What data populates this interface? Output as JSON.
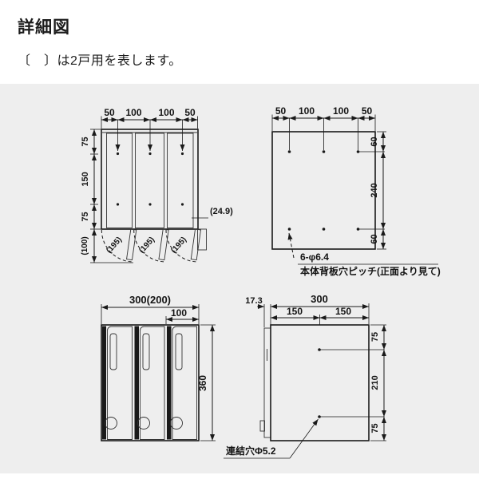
{
  "header": {
    "title": "詳細図",
    "note": "〔　〕は2戸用を表します。"
  },
  "colors": {
    "band_background": "#eeeeee",
    "panel_fill": "#e2e2e2",
    "line": "#1a1a1a"
  },
  "views": {
    "front_top": {
      "dims_top": [
        "50",
        "100",
        "100",
        "50"
      ],
      "dims_left": [
        "75",
        "150",
        "75",
        "(100)"
      ],
      "swing_label": "(195)",
      "depth_label": "(24.9)"
    },
    "back_panel": {
      "dims_top": [
        "50",
        "100",
        "100",
        "50"
      ],
      "dims_right": [
        "60",
        "240",
        "60"
      ],
      "note_line1": "6-φ6.4",
      "note_line2": "本体背板穴ピッチ(正面より見て)"
    },
    "front_bottom": {
      "dim_width": "300(200)",
      "dim_door": "100",
      "dim_height": "360"
    },
    "side": {
      "dim_flange": "17.3",
      "dim_width": "300",
      "dims_split": [
        "150",
        "150"
      ],
      "dims_right": [
        "75",
        "210",
        "75"
      ],
      "note": "連結穴Φ5.2"
    }
  }
}
